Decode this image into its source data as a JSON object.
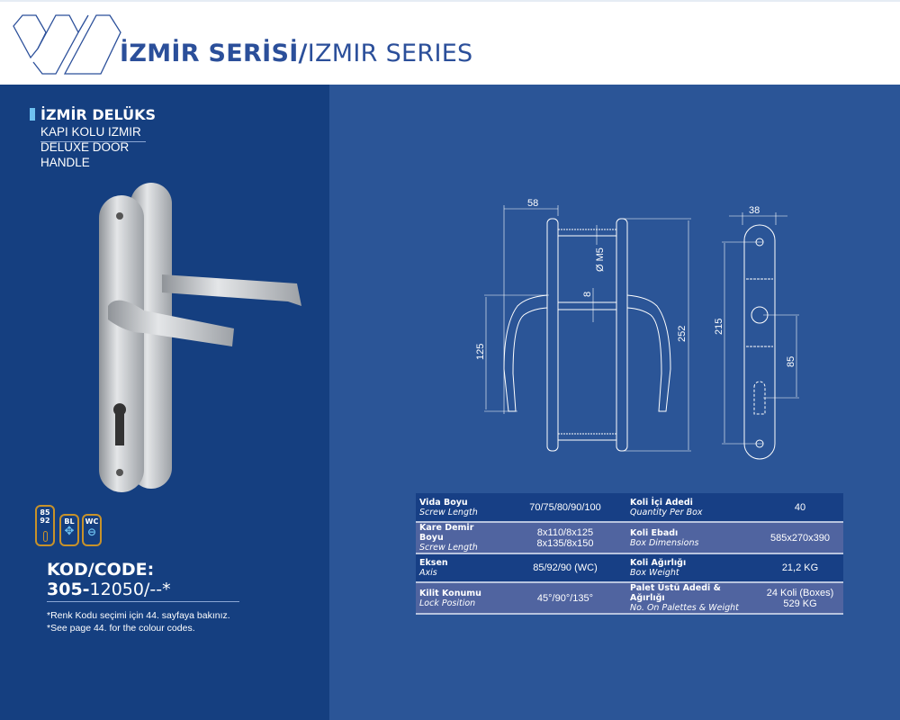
{
  "header": {
    "title_bold": "İZMİR SERİSİ/",
    "title_regular": "IZMIR SERIES"
  },
  "product": {
    "name": "İZMİR DELÜKS",
    "lines": [
      "KAPI KOLU IZMIR",
      "DELUXE DOOR",
      "HANDLE"
    ]
  },
  "badges": [
    {
      "top": "85",
      "bottom": "92",
      "icon": "keyhole-icon"
    },
    {
      "label": "BL",
      "icon": "bathroom-lock-icon"
    },
    {
      "label": "WC",
      "icon": "wc-lock-icon"
    }
  ],
  "code": {
    "label": "KOD/CODE:",
    "prefix": "305-",
    "number": "12050/--*"
  },
  "notes": [
    "*Renk Kodu seçimi için 44. sayfaya bakınız.",
    "*See page 44. for the colour codes."
  ],
  "dimensions": {
    "width": "58",
    "screw": "Ø M5",
    "spindle": "8",
    "height_handle": "125",
    "length": "252",
    "plate_width": "38",
    "hole_distance": "215",
    "axis": "85"
  },
  "specs": [
    {
      "label": "Vida Boyu",
      "sublabel": "Screw Length",
      "value": "70/75/80/90/100",
      "label2": "Koli İçi Adedi",
      "sublabel2": "Quantity Per Box",
      "value2": "40"
    },
    {
      "label": "Kare Demir Boyu",
      "sublabel": "Screw Length",
      "value": "8x110/8x125",
      "value_b": "8x135/8x150",
      "label2": "Koli Ebadı",
      "sublabel2": "Box Dimensions",
      "value2": "585x270x390"
    },
    {
      "label": "Eksen",
      "sublabel": "Axis",
      "value": "85/92/90 (WC)",
      "label2": "Koli Ağırlığı",
      "sublabel2": "Box Weight",
      "value2": "21,2 KG"
    },
    {
      "label": "Kilit Konumu",
      "sublabel": "Lock Position",
      "value": "45°/90°/135°",
      "label2": "Palet Üstü Adedi & Ağırlığı",
      "sublabel2": "No. On Palettes & Weight",
      "value2": "24 Koli (Boxes)",
      "value2_b": "529 KG"
    }
  ]
}
